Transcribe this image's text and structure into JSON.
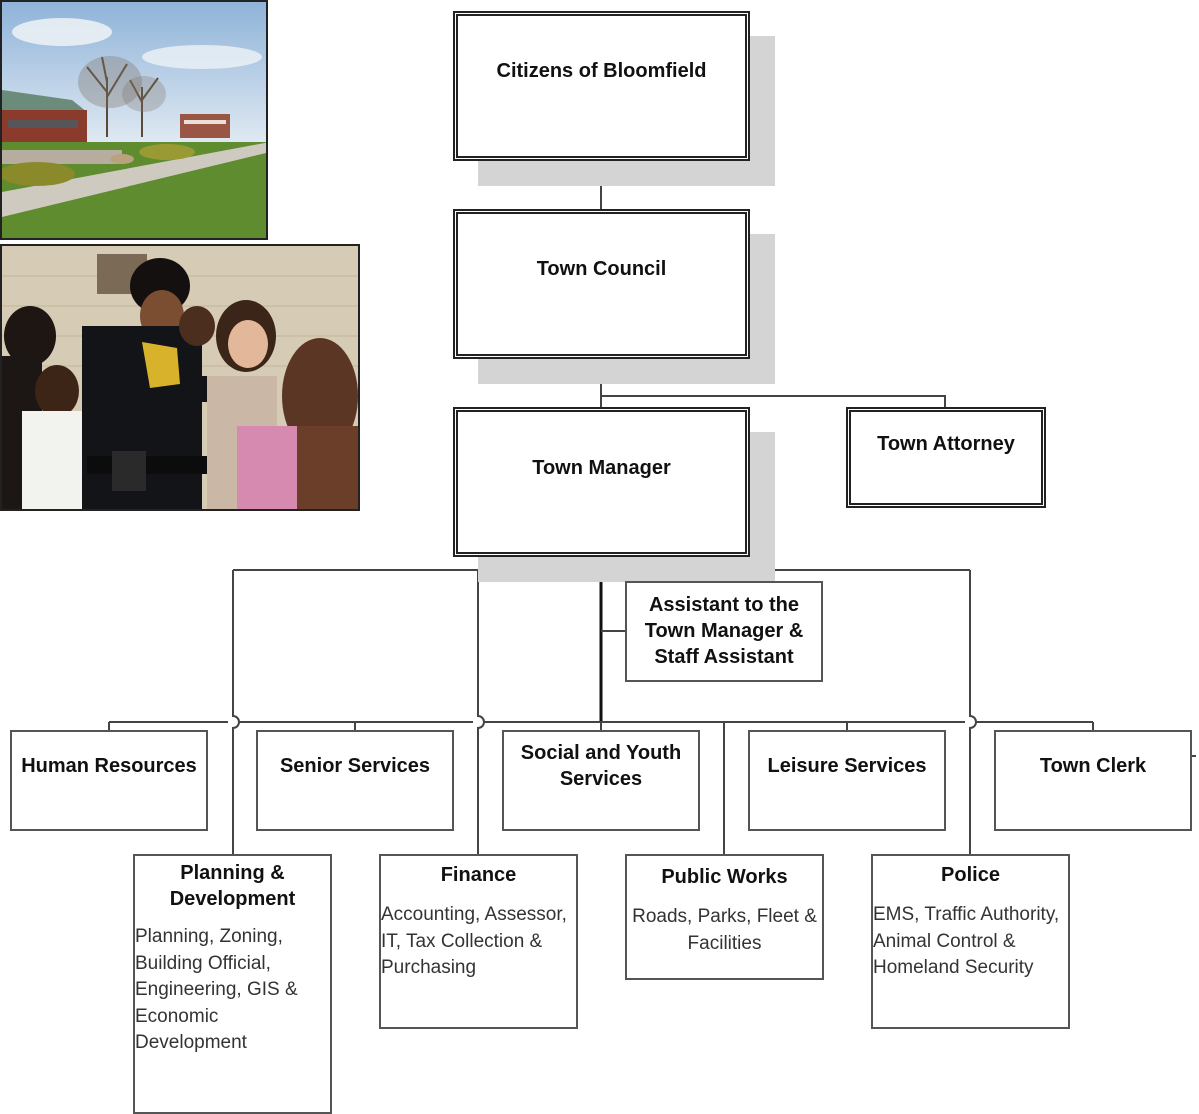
{
  "chart": {
    "top": {
      "citizens": "Citizens of Bloomfield",
      "council": "Town Council",
      "manager": "Town Manager",
      "attorney": "Town Attorney",
      "assistant": "Assistant to the Town Manager & Staff Assistant"
    },
    "upper_departments": [
      {
        "title": "Human Resources"
      },
      {
        "title": "Senior Services"
      },
      {
        "title": "Social and Youth Services"
      },
      {
        "title": "Leisure Services"
      },
      {
        "title": "Town Clerk"
      }
    ],
    "lower_departments": [
      {
        "title": "Planning & Development",
        "detail": "Planning, Zoning, Building Official, Engineering, GIS & Economic Development"
      },
      {
        "title": "Finance",
        "detail": "Accounting, Assessor, IT, Tax Collection & Purchasing"
      },
      {
        "title": "Public Works",
        "detail": "Roads, Parks, Fleet & Facilities"
      },
      {
        "title": "Police",
        "detail": "EMS, Traffic Authority, Animal Control & Homeland Security"
      }
    ]
  }
}
